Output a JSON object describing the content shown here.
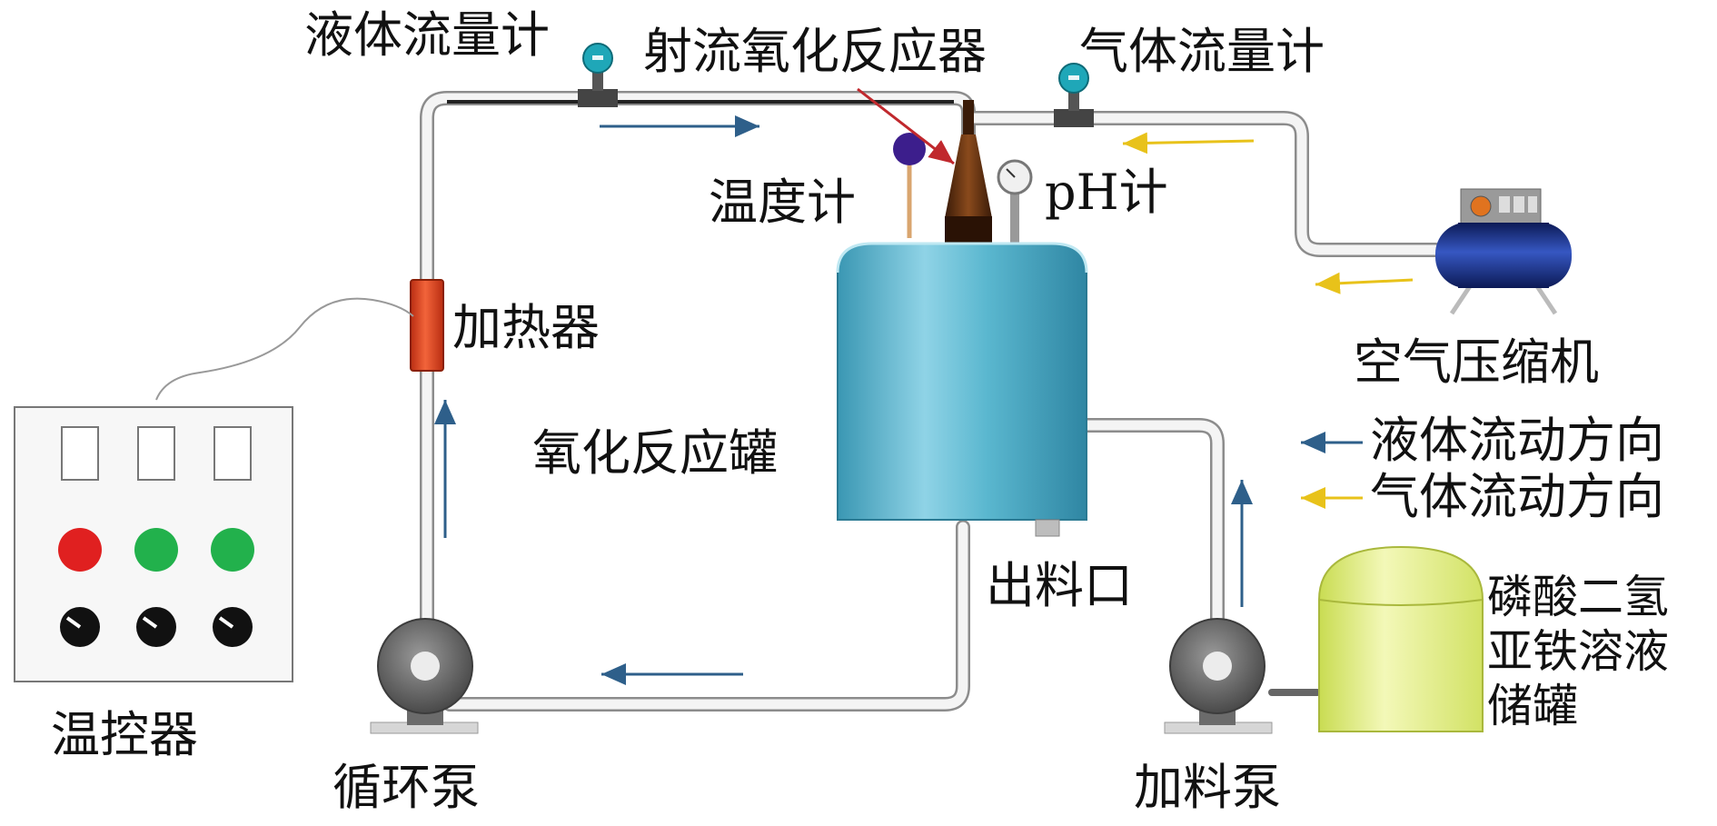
{
  "labels": {
    "liquid_flowmeter": "液体流量计",
    "jet_reactor": "射流氧化反应器",
    "gas_flowmeter": "气体流量计",
    "thermometer": "温度计",
    "ph_meter": "pH计",
    "heater": "加热器",
    "oxidation_tank": "氧化反应罐",
    "air_compressor": "空气压缩机",
    "outlet": "出料口",
    "temp_controller": "温控器",
    "circulation_pump": "循环泵",
    "feed_pump": "加料泵",
    "storage_tank_line1": "磷酸二氢",
    "storage_tank_line2": "亚铁溶液",
    "storage_tank_line3": "储罐"
  },
  "legend": {
    "liquid_flow": "液体流动方向",
    "gas_flow": "气体流动方向"
  },
  "colors": {
    "liquid_arrow": "#2e5f8a",
    "gas_arrow": "#e8c21a",
    "reactor_arrow": "#c0282d",
    "tank_body": "#5ab7cf",
    "heater": "#e0451e",
    "indicator_red": "#e02020",
    "indicator_green": "#22b14c",
    "storage_tank": "#e4ef8a",
    "compressor": "#1e3b8f"
  }
}
